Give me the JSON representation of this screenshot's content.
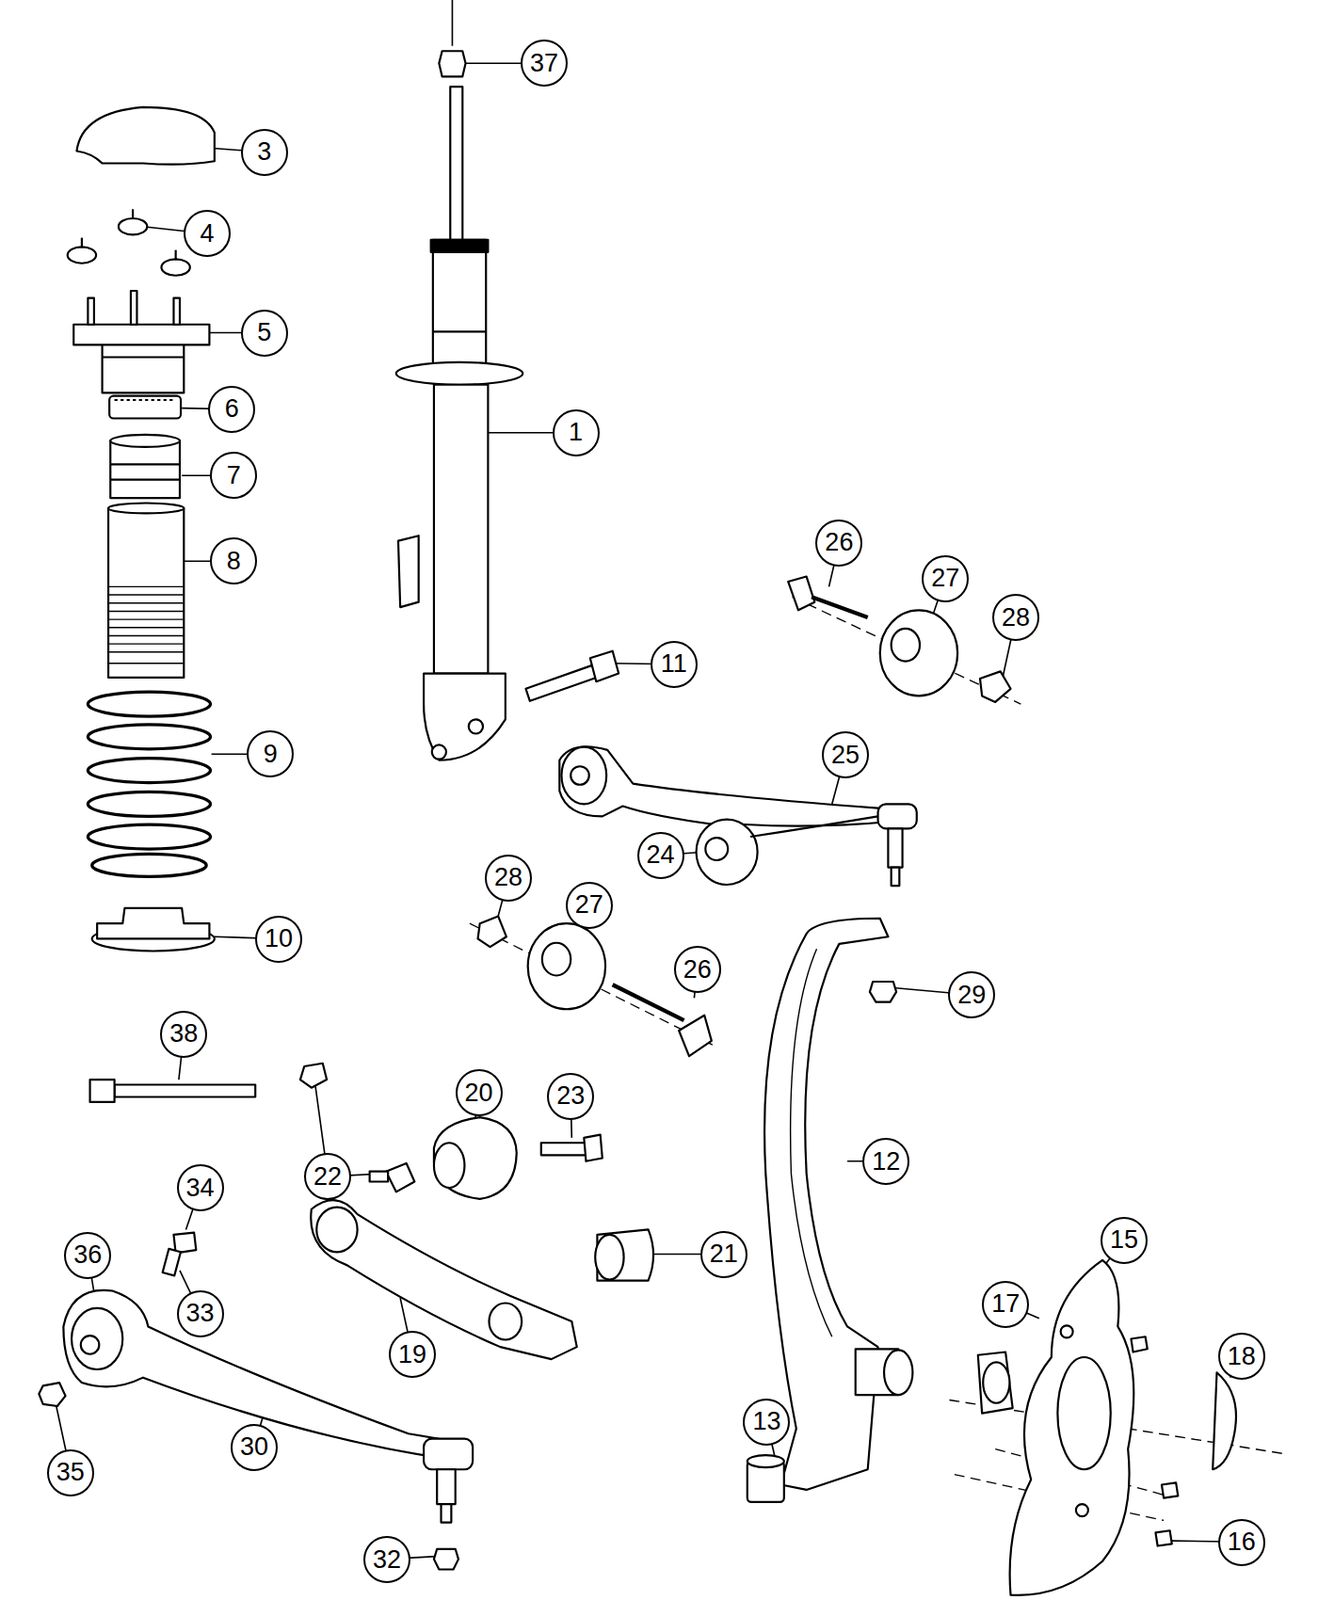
{
  "diagram": {
    "nodes": [
      {
        "text": [
          "37"
        ]
      },
      {
        "text": [
          "3"
        ]
      },
      {
        "text": [
          "4"
        ]
      },
      {
        "text": [
          "5"
        ]
      },
      {
        "text": [
          "6"
        ]
      },
      {
        "text": [
          "1"
        ]
      },
      {
        "text": [
          "7"
        ]
      },
      {
        "text": [
          "26"
        ]
      },
      {
        "text": [
          "8"
        ]
      },
      {
        "text": [
          "27"
        ]
      },
      {
        "text": [
          "28"
        ]
      },
      {
        "text": [
          "11"
        ]
      },
      {
        "text": [
          "9"
        ]
      },
      {
        "text": [
          "25"
        ]
      },
      {
        "text": [
          "24"
        ]
      },
      {
        "text": [
          "28"
        ]
      },
      {
        "text": [
          "27"
        ]
      },
      {
        "text": [
          "10"
        ]
      },
      {
        "text": [
          "26"
        ]
      },
      {
        "text": [
          "29"
        ]
      },
      {
        "text": [
          "38"
        ]
      },
      {
        "text": [
          "20"
        ]
      },
      {
        "text": [
          "23"
        ]
      },
      {
        "text": [
          "12"
        ]
      },
      {
        "text": [
          "22"
        ]
      },
      {
        "text": [
          "34"
        ]
      },
      {
        "text": [
          "15"
        ]
      },
      {
        "text": [
          "21"
        ]
      },
      {
        "text": [
          "36"
        ]
      },
      {
        "text": [
          "17"
        ]
      },
      {
        "text": [
          "33"
        ]
      },
      {
        "text": [
          "19"
        ]
      },
      {
        "text": [
          "18"
        ]
      },
      {
        "text": [
          "13"
        ]
      },
      {
        "text": [
          "30"
        ]
      },
      {
        "text": [
          "35"
        ]
      },
      {
        "text": [
          "16"
        ]
      },
      {
        "text": [
          "32"
        ]
      }
    ]
  }
}
